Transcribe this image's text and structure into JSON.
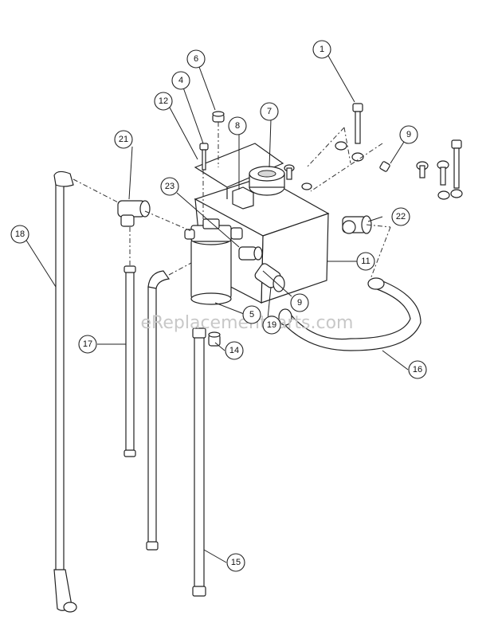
{
  "watermark": "eReplacementParts.com",
  "callouts": {
    "c1": "1",
    "c4": "4",
    "c5": "5",
    "c6": "6",
    "c7": "7",
    "c8": "8",
    "c9a": "9",
    "c9b": "9",
    "c11": "11",
    "c12": "12",
    "c14": "14",
    "c15": "15",
    "c16": "16",
    "c17": "17",
    "c18": "18",
    "c19": "19",
    "c21": "21",
    "c22": "22",
    "c23": "23"
  }
}
